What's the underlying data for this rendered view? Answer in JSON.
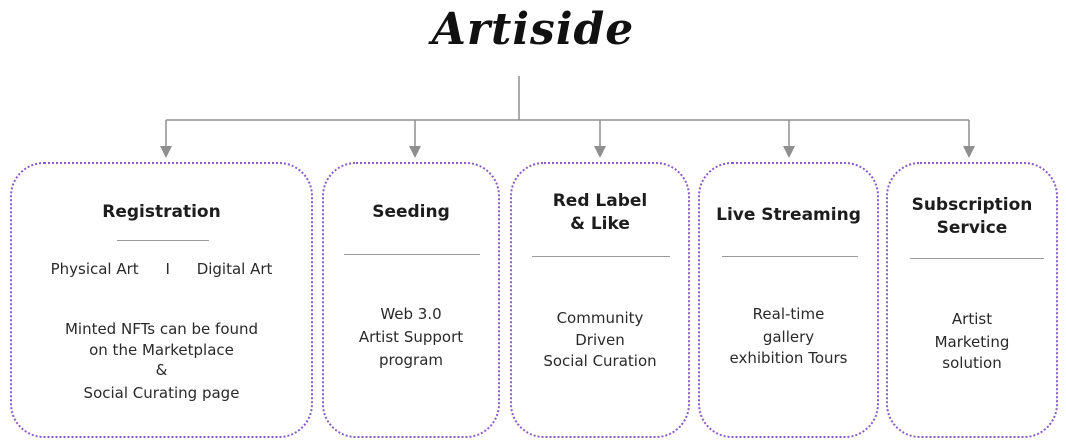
{
  "brand": {
    "title": "Artiside"
  },
  "colors": {
    "connector": "#8f8f8f",
    "card_border": "#8b5cc4"
  },
  "cards": [
    {
      "title": "Registration",
      "subtitle": {
        "left": "Physical Art",
        "sep": "I",
        "right": "Digital Art"
      },
      "lines": [
        "Minted NFTs can be found",
        "on the Marketplace",
        "&",
        "Social Curating page"
      ]
    },
    {
      "title": "Seeding",
      "lines": [
        "Web 3.0",
        "Artist Support",
        "program"
      ]
    },
    {
      "title": "Red Label\n& Like",
      "lines": [
        "Community",
        "Driven",
        "Social Curation"
      ]
    },
    {
      "title": "Live Streaming",
      "lines": [
        "Real-time",
        "gallery",
        "exhibition Tours"
      ]
    },
    {
      "title": "Subscription\nService",
      "lines": [
        "Artist",
        "Marketing",
        "solution"
      ]
    }
  ]
}
